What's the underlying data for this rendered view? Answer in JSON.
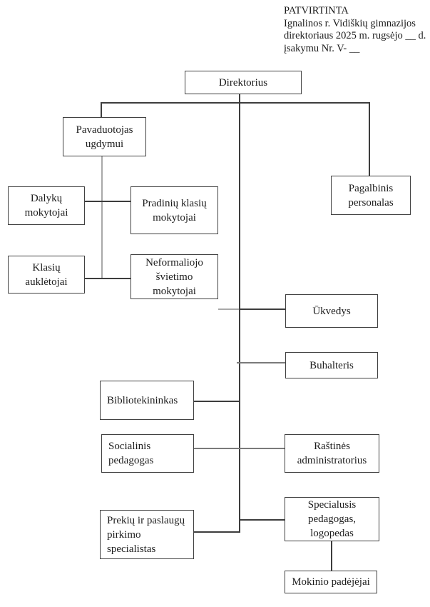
{
  "approval_block": {
    "lines": [
      "PATVIRTINTA",
      "Ignalinos r. Vidiškių gimnazijos",
      "direktoriaus 2025 m. rugsėjo __ d.",
      "įsakymu Nr. V- __"
    ]
  },
  "org_chart": {
    "type": "org-chart",
    "nodes": [
      {
        "id": "direktorius",
        "label": "Direktorius"
      },
      {
        "id": "pavaduotojas",
        "label": "Pavaduotojas\nugdymui"
      },
      {
        "id": "pagalbinis",
        "label": "Pagalbinis\npersonalas"
      },
      {
        "id": "dalyku",
        "label": "Dalykų\nmokytojai"
      },
      {
        "id": "pradiniu",
        "label": "Pradinių klasių\nmokytojai"
      },
      {
        "id": "klasiu",
        "label": "Klasių\nauklėtojai"
      },
      {
        "id": "neformaliojo",
        "label": "Neformaliojo\nšvietimo\nmokytojai"
      },
      {
        "id": "ukvedys",
        "label": "Ūkvedys"
      },
      {
        "id": "buhalteris",
        "label": "Buhalteris"
      },
      {
        "id": "bibliotekininkas",
        "label": "Bibliotekininkas"
      },
      {
        "id": "socialinis",
        "label": "Socialinis\npedagogas"
      },
      {
        "id": "rastines",
        "label": "Raštinės\nadministratorius"
      },
      {
        "id": "prekiu",
        "label": "Prekių ir paslaugų\npirkimo\nspecialistas"
      },
      {
        "id": "specialusis",
        "label": "Specialusis\npedagogas,\nlogopedas"
      },
      {
        "id": "mokinio",
        "label": "Mokinio padėjėjai"
      }
    ],
    "edges": [
      {
        "from": "direktorius",
        "to": "pavaduotojas"
      },
      {
        "from": "direktorius",
        "to": "pagalbinis"
      },
      {
        "from": "pavaduotojas",
        "to": "dalyku"
      },
      {
        "from": "pavaduotojas",
        "to": "pradiniu"
      },
      {
        "from": "pavaduotojas",
        "to": "klasiu"
      },
      {
        "from": "pavaduotojas",
        "to": "neformaliojo"
      },
      {
        "from": "direktorius",
        "to": "ukvedys"
      },
      {
        "from": "direktorius",
        "to": "buhalteris"
      },
      {
        "from": "direktorius",
        "to": "bibliotekininkas"
      },
      {
        "from": "direktorius",
        "to": "socialinis"
      },
      {
        "from": "direktorius",
        "to": "rastines"
      },
      {
        "from": "direktorius",
        "to": "prekiu"
      },
      {
        "from": "direktorius",
        "to": "specialusis"
      },
      {
        "from": "specialusis",
        "to": "mokinio"
      }
    ],
    "colors": {
      "line_dark": "#3d3d3d",
      "line_gray": "#a9a9a9",
      "box_border": "#414141",
      "background": "#ffffff"
    }
  }
}
